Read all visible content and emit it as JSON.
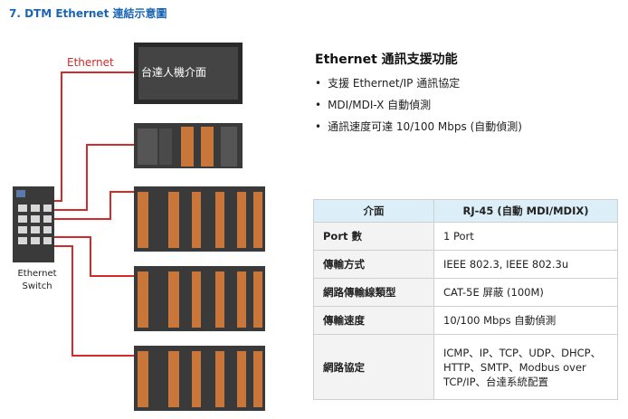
{
  "heading": "7. DTM Ethernet 連結示意圖",
  "diagram": {
    "ethernet_label": "Ethernet",
    "switch_label_line1": "Ethernet",
    "switch_label_line2": "Switch",
    "hmi_screen_text": "台達人機介面",
    "colors": {
      "ethernet_line": "#d42a2a",
      "hmi_screen": "#444444",
      "device": "#3a3a3a",
      "terminal": "#c8763a"
    }
  },
  "features": {
    "title": "Ethernet 通訊支援功能",
    "bullets": [
      "支援 Ethernet/IP 通訊協定",
      "MDI/MDI-X 自動偵測",
      "通訊速度可達 10/100 Mbps (自動偵測)"
    ]
  },
  "spec_table": {
    "header": {
      "key": "介面",
      "value": "RJ-45 (自動 MDI/MDIX)"
    },
    "rows": [
      {
        "key": "Port 數",
        "value": "1 Port"
      },
      {
        "key": "傳輸方式",
        "value": "IEEE 802.3, IEEE 802.3u"
      },
      {
        "key": "網路傳輸線類型",
        "value": "CAT-5E 屏蔽 (100M)"
      },
      {
        "key": "傳輸速度",
        "value": "10/100 Mbps 自動偵測"
      },
      {
        "key": "網路協定",
        "value_lines": [
          "ICMP、IP、TCP、UDP、DHCP、",
          "HTTP、SMTP、Modbus over",
          "TCP/IP、台達系統配置"
        ]
      }
    ]
  }
}
